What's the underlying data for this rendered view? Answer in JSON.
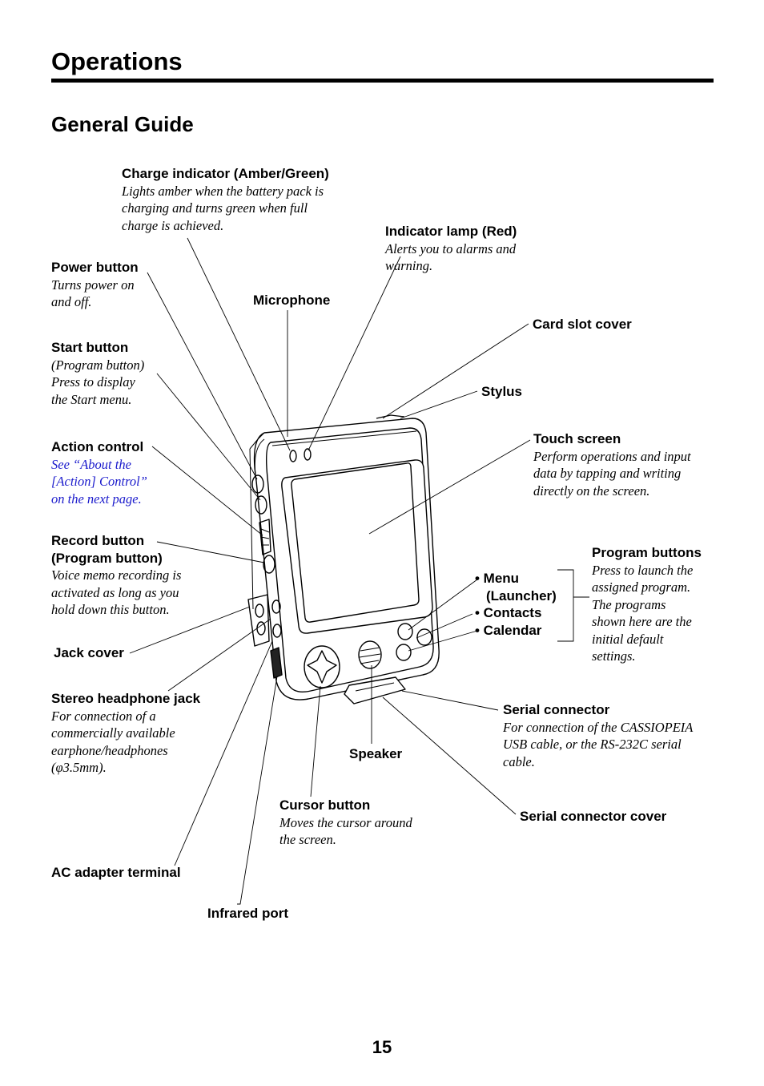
{
  "header": {
    "title": "Operations"
  },
  "section": {
    "title": "General Guide"
  },
  "callouts": {
    "charge_indicator": {
      "label": "Charge indicator (Amber/Green)",
      "desc": [
        "Lights amber when the battery pack is",
        "charging and turns green when full",
        "charge is achieved."
      ]
    },
    "indicator_lamp": {
      "label": "Indicator lamp (Red)",
      "desc": [
        "Alerts you to alarms and",
        "warning."
      ]
    },
    "power_button": {
      "label": "Power button",
      "desc": [
        "Turns power on",
        "and off."
      ]
    },
    "microphone": {
      "label": "Microphone"
    },
    "card_slot_cover": {
      "label": "Card slot cover"
    },
    "start_button": {
      "label": "Start button",
      "desc": [
        "(Program button)",
        "Press to display",
        "the Start menu."
      ]
    },
    "stylus": {
      "label": "Stylus"
    },
    "action_control": {
      "label": "Action control",
      "desc": [
        "See “About the",
        "[Action] Control”",
        "on the next page."
      ]
    },
    "touch_screen": {
      "label": "Touch screen",
      "desc": [
        "Perform operations and input",
        "data by tapping and writing",
        "directly on the screen."
      ]
    },
    "record_button": {
      "label": [
        "Record button",
        "(Program button)"
      ],
      "desc": [
        "Voice memo recording is",
        "activated as long as you",
        "hold down this button."
      ]
    },
    "program_buttons": {
      "label": "Program buttons",
      "desc": [
        "Press to launch the",
        "assigned program.",
        "The programs",
        "shown here are the",
        "initial default",
        "settings."
      ]
    },
    "program_list": [
      "• Menu",
      "(Launcher)",
      "• Contacts",
      "• Calendar"
    ],
    "jack_cover": {
      "label": "Jack cover"
    },
    "stereo_jack": {
      "label": "Stereo headphone jack",
      "desc": [
        "For connection of a",
        "commercially available",
        "earphone/headphones",
        "(φ3.5mm)."
      ]
    },
    "serial_connector": {
      "label": "Serial connector",
      "desc": [
        "For connection of the CASSIOPEIA",
        "USB cable, or the RS-232C serial",
        "cable."
      ]
    },
    "speaker": {
      "label": "Speaker"
    },
    "cursor_button": {
      "label": "Cursor button",
      "desc": [
        "Moves the cursor around",
        "the screen."
      ]
    },
    "serial_connector_cover": {
      "label": "Serial connector cover"
    },
    "ac_adapter": {
      "label": "AC adapter terminal"
    },
    "infrared_port": {
      "label": "Infrared port"
    }
  },
  "page_number": "15",
  "colors": {
    "link": "#1a1acc"
  }
}
